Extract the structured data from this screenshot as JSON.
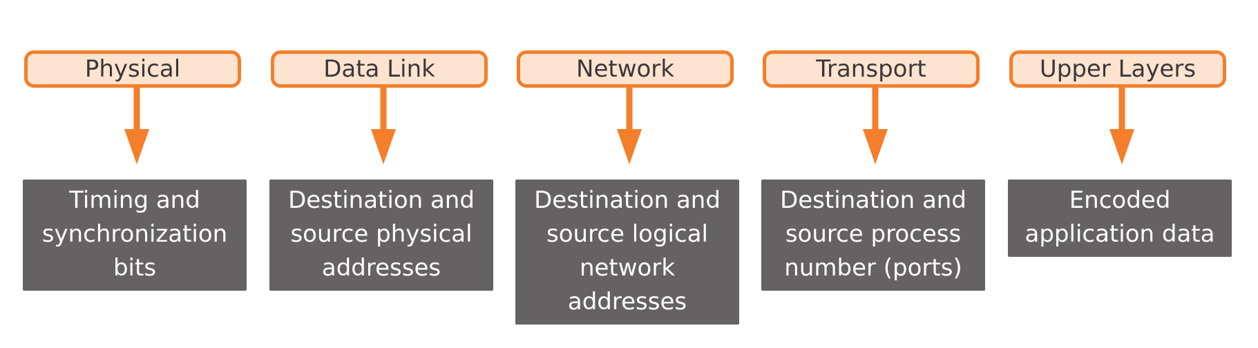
{
  "colors": {
    "accent": "#f47e2a",
    "label_fill": "#fde3d0",
    "label_text": "#3b3838",
    "box_fill": "#656263",
    "box_text": "#ffffff"
  },
  "layers": [
    {
      "name": "Physical",
      "description": [
        "Timing and",
        "synchronization",
        "bits"
      ]
    },
    {
      "name": "Data Link",
      "description": [
        "Destination and",
        "source physical",
        "addresses"
      ]
    },
    {
      "name": "Network",
      "description": [
        "Destination and",
        "source logical",
        "network",
        "addresses"
      ]
    },
    {
      "name": "Transport",
      "description": [
        "Destination and",
        "source process",
        "number (ports)"
      ]
    },
    {
      "name": "Upper Layers",
      "description": [
        "Encoded",
        "application data"
      ]
    }
  ]
}
